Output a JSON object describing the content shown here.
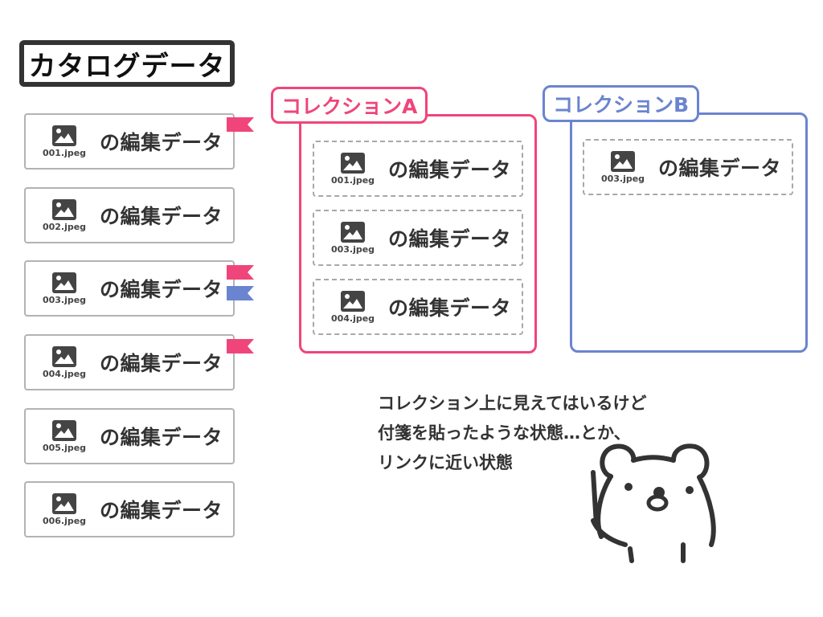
{
  "catalog": {
    "title": "カタログデータ",
    "items": [
      {
        "file": "001.jpeg",
        "label": "の編集データ",
        "flags": [
          "pink"
        ]
      },
      {
        "file": "002.jpeg",
        "label": "の編集データ",
        "flags": []
      },
      {
        "file": "003.jpeg",
        "label": "の編集データ",
        "flags": [
          "pink",
          "blue"
        ]
      },
      {
        "file": "004.jpeg",
        "label": "の編集データ",
        "flags": [
          "pink"
        ]
      },
      {
        "file": "005.jpeg",
        "label": "の編集データ",
        "flags": []
      },
      {
        "file": "006.jpeg",
        "label": "の編集データ",
        "flags": []
      }
    ]
  },
  "collections": [
    {
      "title": "コレクションA",
      "color": "#f0457a",
      "items": [
        {
          "file": "001.jpeg",
          "label": "の編集データ"
        },
        {
          "file": "003.jpeg",
          "label": "の編集データ"
        },
        {
          "file": "004.jpeg",
          "label": "の編集データ"
        }
      ]
    },
    {
      "title": "コレクションB",
      "color": "#6a84cf",
      "items": [
        {
          "file": "003.jpeg",
          "label": "の編集データ"
        }
      ]
    }
  ],
  "note": {
    "lines": [
      "コレクション上に見えてはいるけど",
      "付箋を貼ったような状態…とか、",
      "リンクに近い状態"
    ]
  },
  "colors": {
    "flag_pink": "#f0457a",
    "flag_blue": "#6a84cf",
    "icon": "#444444",
    "card_border": "#b3b3b3",
    "dashed_border": "#a8a8a8"
  },
  "icons": {
    "thumbnail": "image-icon",
    "mascot": "bear-illustration"
  }
}
